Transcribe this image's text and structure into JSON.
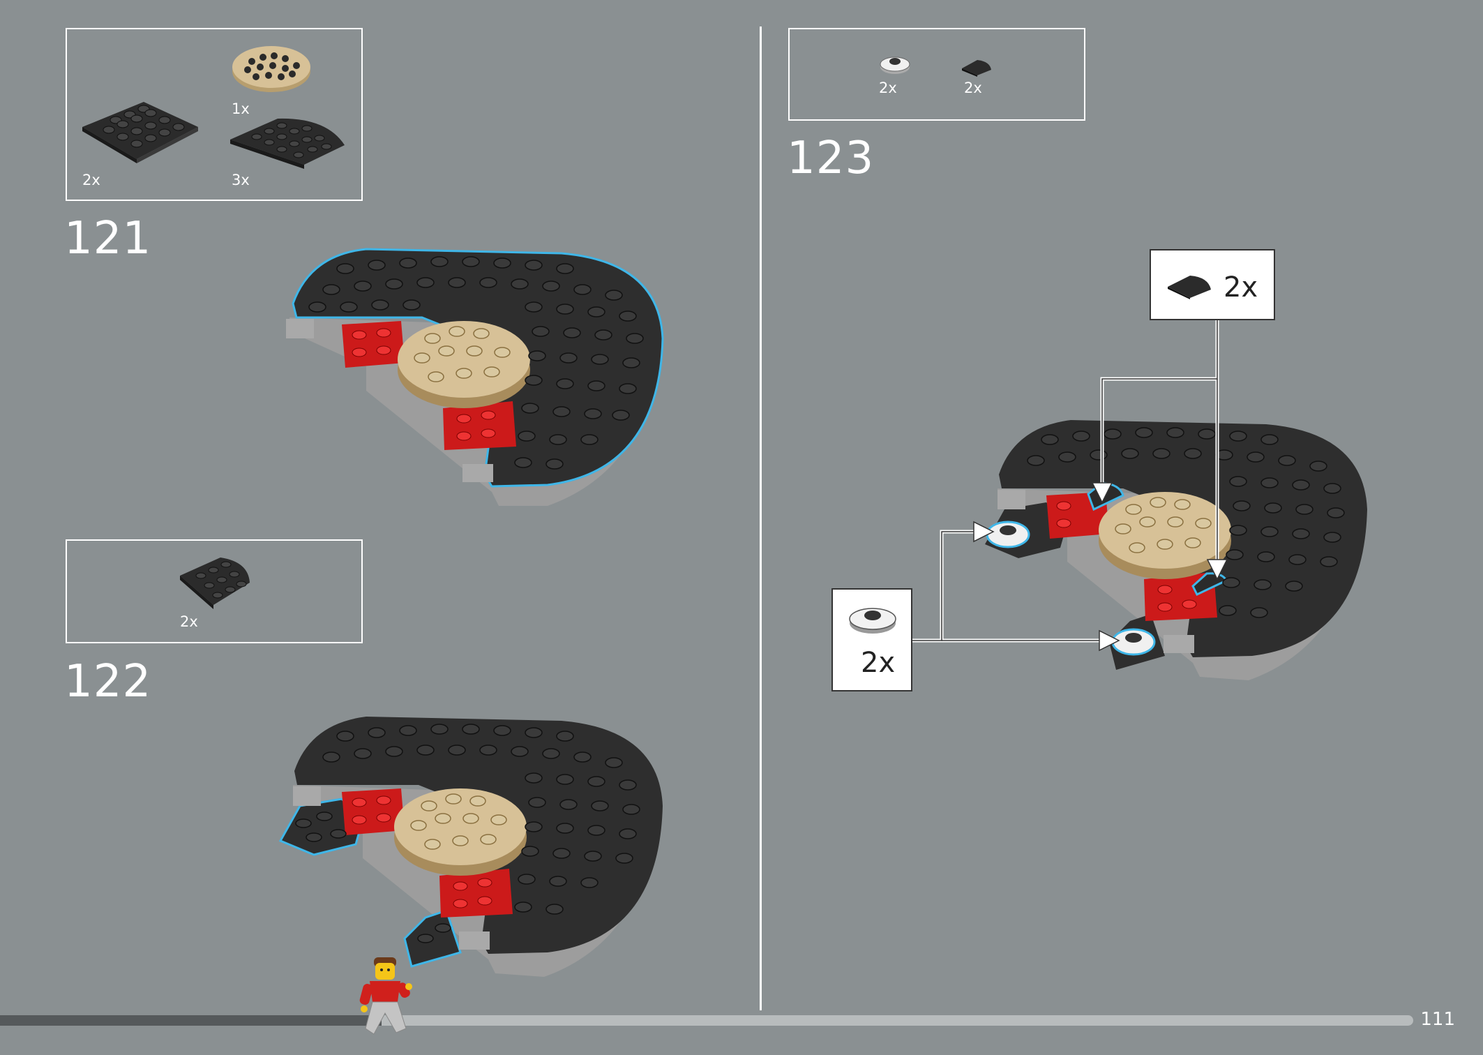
{
  "page_number": "111",
  "progress": 0.27,
  "steps": [
    {
      "number": "121",
      "parts": [
        {
          "name": "round-plate-4x4-tan",
          "qty": "1x",
          "color": "#d2bc8c"
        },
        {
          "name": "plate-4x4-black",
          "qty": "2x",
          "color": "#2b2b2b"
        },
        {
          "name": "quarter-round-plate-black",
          "qty": "3x",
          "color": "#2b2b2b"
        }
      ]
    },
    {
      "number": "122",
      "parts": [
        {
          "name": "rounded-plate-3x3-black",
          "qty": "2x",
          "color": "#2b2b2b"
        }
      ]
    },
    {
      "number": "123",
      "parts": [
        {
          "name": "round-tile-white",
          "qty": "2x",
          "color": "#f0f0f0"
        },
        {
          "name": "quarter-tile-black",
          "qty": "2x",
          "color": "#2b2b2b"
        }
      ],
      "callouts": [
        {
          "name": "quarter-tile-callout",
          "qty": "2x"
        },
        {
          "name": "round-tile-callout",
          "qty": "2x"
        }
      ]
    }
  ],
  "colors": {
    "background": "#8a9092",
    "highlight": "#3fb6e8",
    "black_plate": "#2e2e2e",
    "red_plate": "#cc1a1a",
    "tan_plate": "#d7c197",
    "grey_plate": "#a9a9a9"
  }
}
